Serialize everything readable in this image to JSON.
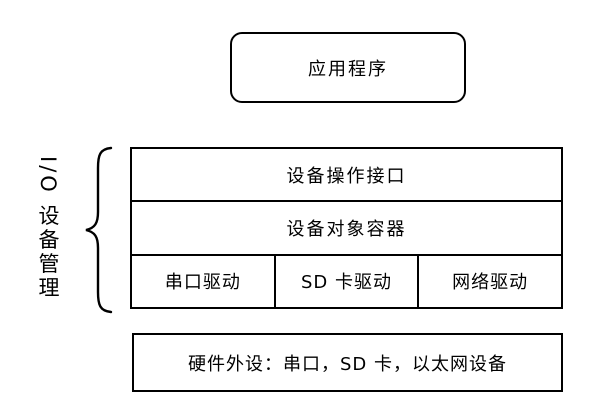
{
  "diagram": {
    "application": {
      "label": "应用程序"
    },
    "side_label": "I/O 设备管理",
    "layers": [
      {
        "label": "设备操作接口"
      },
      {
        "label": "设备对象容器"
      }
    ],
    "drivers": [
      {
        "label": "串口驱动"
      },
      {
        "label": "SD 卡驱动"
      },
      {
        "label": "网络驱动"
      }
    ],
    "hardware": {
      "label": "硬件外设：串口，SD 卡，以太网设备"
    },
    "colors": {
      "border": "#000000",
      "background": "#ffffff",
      "text": "#000000"
    }
  }
}
